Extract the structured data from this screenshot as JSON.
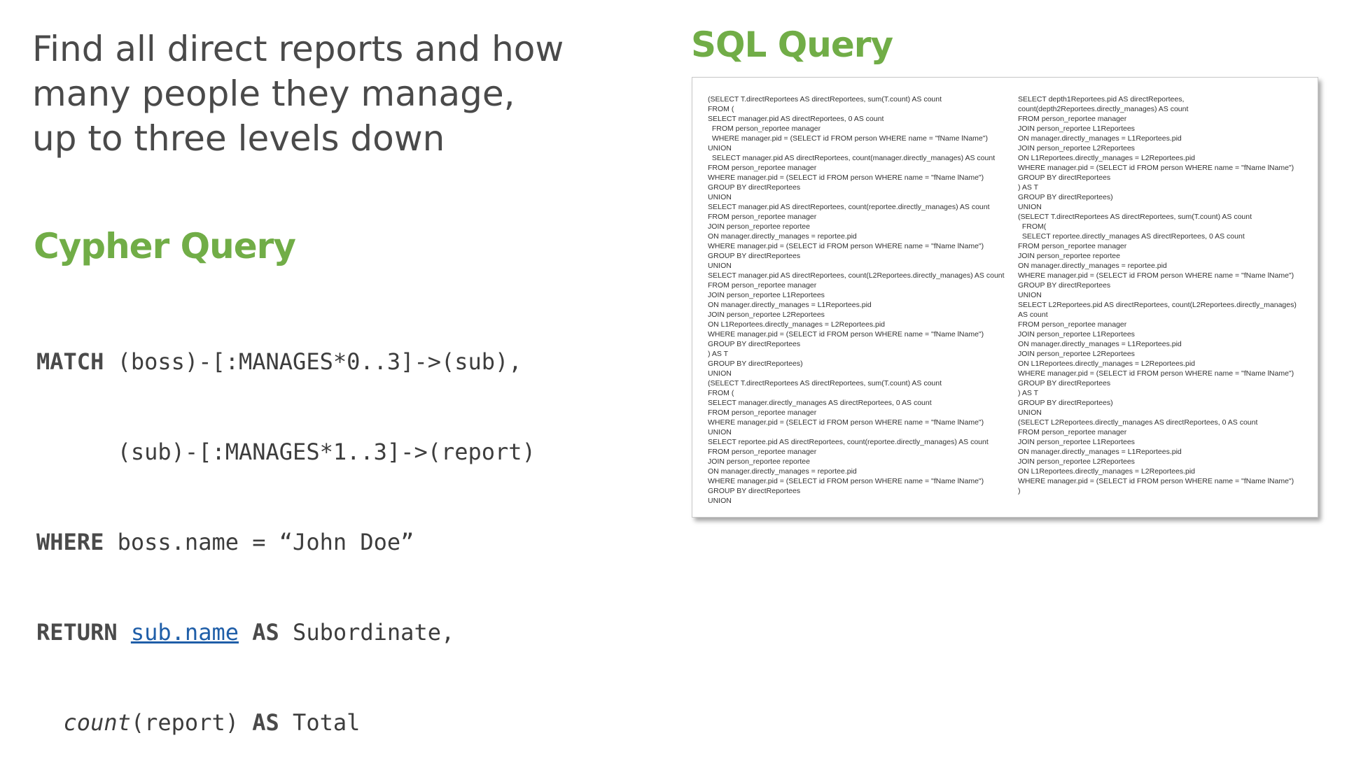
{
  "title_lines": [
    "Find all direct reports and how",
    "many people they manage,",
    "up to three levels down"
  ],
  "cypher": {
    "heading": "Cypher Query",
    "line1": {
      "kw": "MATCH",
      "rest": " (boss)-[:MANAGES*0..3]->(sub),"
    },
    "line2": {
      "rest": "      (sub)-[:MANAGES*1..3]->(report)"
    },
    "line3": {
      "kw": "WHERE",
      "rest": " boss.name = “John Doe”"
    },
    "line4": {
      "kw": "RETURN",
      "sp": " ",
      "link": "sub.name",
      "sp2": " ",
      "kw2": "AS",
      "rest": " Subordinate,"
    },
    "line5": {
      "indent": "  ",
      "fn": "count",
      "mid": "(report) ",
      "kw": "AS",
      "rest": " Total"
    }
  },
  "sql": {
    "heading": "SQL Query",
    "left_lines": [
      "(SELECT T.directReportees AS directReportees, sum(T.count) AS count",
      "FROM (",
      "SELECT manager.pid AS directReportees, 0 AS count",
      "  FROM person_reportee manager",
      "  WHERE manager.pid = (SELECT id FROM person WHERE name = \"fName lName\")",
      "UNION",
      "  SELECT manager.pid AS directReportees, count(manager.directly_manages) AS count",
      "FROM person_reportee manager",
      "WHERE manager.pid = (SELECT id FROM person WHERE name = \"fName lName\")",
      "GROUP BY directReportees",
      "UNION",
      "SELECT manager.pid AS directReportees, count(reportee.directly_manages) AS count",
      "FROM person_reportee manager",
      "JOIN person_reportee reportee",
      "ON manager.directly_manages = reportee.pid",
      "WHERE manager.pid = (SELECT id FROM person WHERE name = \"fName lName\")",
      "GROUP BY directReportees",
      "UNION",
      "SELECT manager.pid AS directReportees, count(L2Reportees.directly_manages) AS count",
      "FROM person_reportee manager",
      "JOIN person_reportee L1Reportees",
      "ON manager.directly_manages = L1Reportees.pid",
      "JOIN person_reportee L2Reportees",
      "ON L1Reportees.directly_manages = L2Reportees.pid",
      "WHERE manager.pid = (SELECT id FROM person WHERE name = \"fName lName\")",
      "GROUP BY directReportees",
      ") AS T",
      "GROUP BY directReportees)",
      "UNION",
      "(SELECT T.directReportees AS directReportees, sum(T.count) AS count",
      "FROM (",
      "SELECT manager.directly_manages AS directReportees, 0 AS count",
      "FROM person_reportee manager",
      "WHERE manager.pid = (SELECT id FROM person WHERE name = \"fName lName\")",
      "UNION",
      "SELECT reportee.pid AS directReportees, count(reportee.directly_manages) AS count",
      "FROM person_reportee manager",
      "JOIN person_reportee reportee",
      "ON manager.directly_manages = reportee.pid",
      "WHERE manager.pid = (SELECT id FROM person WHERE name = \"fName lName\")",
      "GROUP BY directReportees",
      "UNION"
    ],
    "right_lines": [
      "SELECT depth1Reportees.pid AS directReportees,",
      "count(depth2Reportees.directly_manages) AS count",
      "FROM person_reportee manager",
      "JOIN person_reportee L1Reportees",
      "ON manager.directly_manages = L1Reportees.pid",
      "JOIN person_reportee L2Reportees",
      "ON L1Reportees.directly_manages = L2Reportees.pid",
      "WHERE manager.pid = (SELECT id FROM person WHERE name = \"fName lName\")",
      "GROUP BY directReportees",
      ") AS T",
      "GROUP BY directReportees)",
      "UNION",
      "(SELECT T.directReportees AS directReportees, sum(T.count) AS count",
      "  FROM(",
      "  SELECT reportee.directly_manages AS directReportees, 0 AS count",
      "FROM person_reportee manager",
      "JOIN person_reportee reportee",
      "ON manager.directly_manages = reportee.pid",
      "WHERE manager.pid = (SELECT id FROM person WHERE name = \"fName lName\")",
      "GROUP BY directReportees",
      "UNION",
      "SELECT L2Reportees.pid AS directReportees, count(L2Reportees.directly_manages)",
      "AS count",
      "FROM person_reportee manager",
      "JOIN person_reportee L1Reportees",
      "ON manager.directly_manages = L1Reportees.pid",
      "JOIN person_reportee L2Reportees",
      "ON L1Reportees.directly_manages = L2Reportees.pid",
      "WHERE manager.pid = (SELECT id FROM person WHERE name = \"fName lName\")",
      "GROUP BY directReportees",
      ") AS T",
      "GROUP BY directReportees)",
      "UNION",
      "(SELECT L2Reportees.directly_manages AS directReportees, 0 AS count",
      "FROM person_reportee manager",
      "JOIN person_reportee L1Reportees",
      "ON manager.directly_manages = L1Reportees.pid",
      "JOIN person_reportee L2Reportees",
      "ON L1Reportees.directly_manages = L2Reportees.pid",
      "WHERE manager.pid = (SELECT id FROM person WHERE name = \"fName lName\")",
      ")"
    ]
  },
  "colors": {
    "heading_green": "#71ad47",
    "title_gray": "#4a4a4a",
    "link_blue": "#1f5ea8"
  }
}
